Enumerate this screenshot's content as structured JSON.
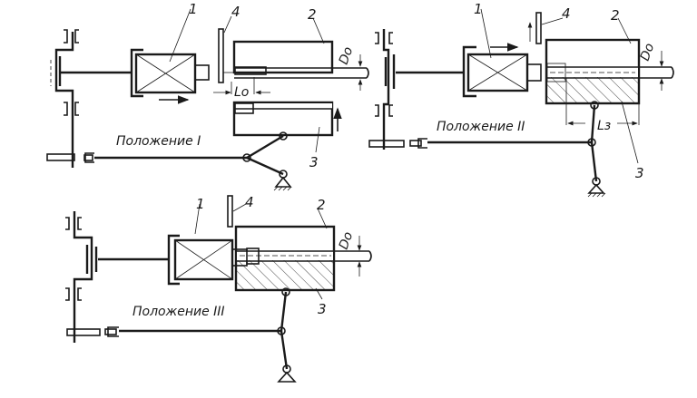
{
  "diagram": {
    "panels": [
      {
        "id": "position-1",
        "caption": "Положение I",
        "labels": {
          "motor": "1",
          "die_upper": "2",
          "die_lower": "3",
          "stop": "4"
        },
        "dimensions": {
          "diameter": "Do",
          "length": "Lo"
        }
      },
      {
        "id": "position-2",
        "caption": "Положение II",
        "labels": {
          "motor": "1",
          "die_upper": "2",
          "die_lower": "3",
          "stop": "4"
        },
        "dimensions": {
          "diameter": "Do",
          "length": "Lз"
        }
      },
      {
        "id": "position-3",
        "caption": "Положение III",
        "labels": {
          "motor": "1",
          "die_upper": "2",
          "die_lower": "3",
          "stop": "4"
        },
        "dimensions": {
          "diameter": "Do"
        }
      }
    ],
    "colors": {
      "ink": "#1a1a1a",
      "paper": "#ffffff"
    }
  }
}
